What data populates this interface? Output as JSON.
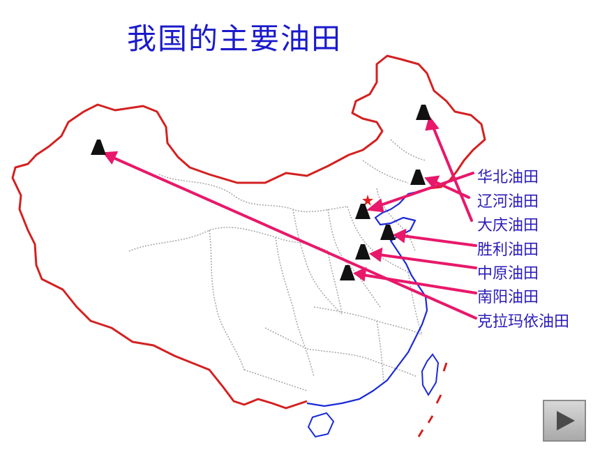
{
  "title": "我国的主要油田",
  "colors": {
    "title": "#1a1acc",
    "label": "#2a1cb8",
    "arrow": "#e8186a",
    "border_land": "#d42020",
    "border_coast": "#1a2ad8",
    "province": "#a9a9a9",
    "capital_star": "#e02020",
    "oil_marker": "#111111"
  },
  "oilfields": [
    {
      "name": "华北油田",
      "location": "Hebei"
    },
    {
      "name": "辽河油田",
      "location": "Liaoning"
    },
    {
      "name": "大庆油田",
      "location": "Heilongjiang"
    },
    {
      "name": "胜利油田",
      "location": "Shandong"
    },
    {
      "name": "中原油田",
      "location": "Henan"
    },
    {
      "name": "南阳油田",
      "location": "Henan"
    },
    {
      "name": "克拉玛依油田",
      "location": "Xinjiang"
    }
  ],
  "icons": {
    "oil_marker": "oil-derrick-icon",
    "capital": "star-icon",
    "next": "play-triangle-icon"
  }
}
